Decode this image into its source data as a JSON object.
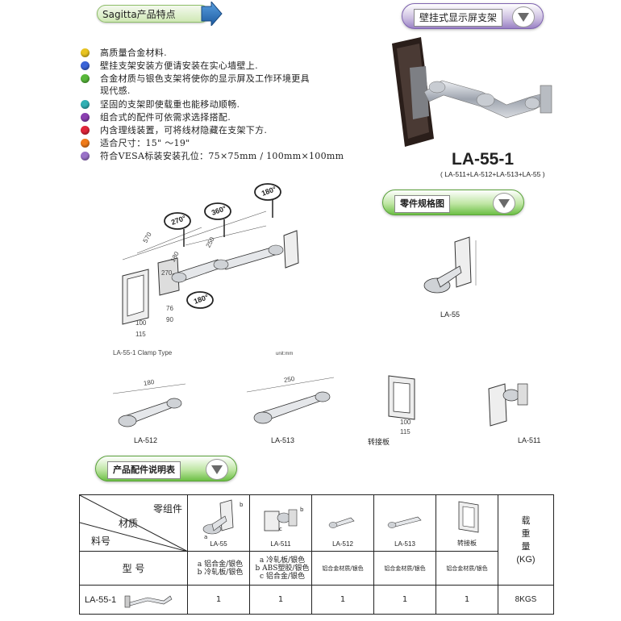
{
  "header": {
    "brand_tab": "Sagitta产品特点",
    "right_tab": "壁挂式显示屏支架"
  },
  "features": [
    {
      "text": "高质量合金材料.",
      "color": "#e8c420"
    },
    {
      "text": "壁挂支架安装方便请安装在实心墙壁上.",
      "color": "#3a64d8"
    },
    {
      "text": "合金材质与银色支架将使你的显示屏及工作环境更具",
      "color": "#58b83a"
    },
    {
      "text": "现代感.",
      "color": ""
    },
    {
      "text": "坚固的支架即使载重也能移动顺畅.",
      "color": "#2fb0b4"
    },
    {
      "text": "组合式的配件可依需求选择搭配.",
      "color": "#8a3fb0"
    },
    {
      "text": "内含理线装置，可将线材隐藏在支架下方.",
      "color": "#e0263a"
    },
    {
      "text": "适合尺寸：15\" ～19\"",
      "color": "#f07a18"
    },
    {
      "text": "符合VESA标装安装孔位：75×75mm / 100mm×100mm",
      "color": "#9a72c8"
    }
  ],
  "product": {
    "model": "LA-55-1",
    "combo": "( LA-511+LA-512+LA-513+LA-55 )"
  },
  "parts_tab": "零件规格图",
  "accessories_tab": "产品配件说明表",
  "diagram": {
    "clamp_label": "LA-55-1 Clamp Type",
    "unit": "unit:mm",
    "rot_270": "270°",
    "rot_360": "360°",
    "rot_180_top": "180°",
    "rot_180_bottom": "180°",
    "dims_main": {
      "d570": "570",
      "d180": "180",
      "d250": "250",
      "d76": "76",
      "d90": "90",
      "d100": "100",
      "d115": "115",
      "d270": "270"
    },
    "parts": {
      "la55": "LA-55",
      "la512": "LA-512",
      "la513": "LA-513",
      "adapter": "转接板",
      "la511": "LA-511",
      "d180": "180",
      "d250": "250",
      "d100": "100",
      "d115": "115"
    }
  },
  "table": {
    "corner_parts": "零组件",
    "corner_material": "材质",
    "corner_item": "料号",
    "model_label": "型    号",
    "load_label_1": "载",
    "load_label_2": "重",
    "load_label_3": "量",
    "load_unit": "(KG)",
    "columns": [
      {
        "name": "LA-55",
        "material_a": "a  铝合金/银色",
        "material_b": "b  冷轧板/银色",
        "material_c": ""
      },
      {
        "name": "LA-511",
        "material_a": "a  冷轧板/银色",
        "material_b": "b  ABS塑胶/银色",
        "material_c": "c  铝合金/银色"
      },
      {
        "name": "LA-512",
        "material_a": "铝合金材质/银色",
        "material_b": "",
        "material_c": ""
      },
      {
        "name": "LA-513",
        "material_a": "铝合金材质/银色",
        "material_b": "",
        "material_c": ""
      },
      {
        "name": "转接板",
        "material_a": "铝合金材质/银色",
        "material_b": "",
        "material_c": ""
      }
    ],
    "row_model": "LA-55-1",
    "quantities": [
      "1",
      "1",
      "1",
      "1",
      "1"
    ],
    "load": "8KGS",
    "label_a": "a",
    "label_b": "b",
    "label_c": "c"
  }
}
